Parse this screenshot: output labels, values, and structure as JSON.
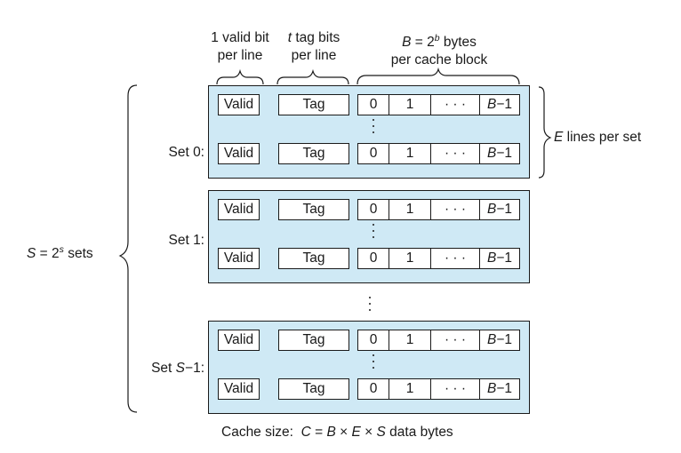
{
  "header": {
    "valid": [
      "1 valid bit",
      "per line"
    ],
    "tag_prefix": "t",
    "tag": [
      " tag bits",
      "per line"
    ],
    "block_B": "B",
    "block_eq": " = 2",
    "block_b": "b",
    "block_bytes": " bytes",
    "block_line2": "per cache block"
  },
  "cells": {
    "valid": "Valid",
    "tag": "Tag",
    "b0": "0",
    "b1": "1",
    "ellipsis": "· · ·",
    "blast_B": "B",
    "blast_rest": "−1"
  },
  "sets": [
    {
      "prefix": "Set ",
      "italic": "",
      "suffix": "0:"
    },
    {
      "prefix": "Set ",
      "italic": "",
      "suffix": "1:"
    },
    {
      "prefix": "Set ",
      "italic": "S",
      "suffix": "−1:"
    }
  ],
  "e_lines": {
    "E": "E",
    "rest": " lines per set"
  },
  "s_sets": {
    "S": "S",
    "eq": " = 2",
    "s": "s",
    "rest": " sets"
  },
  "footer": {
    "prefix": "Cache size:  ",
    "C": "C",
    "eq": " = ",
    "B": "B",
    "x1": " × ",
    "E": "E",
    "x2": " × ",
    "S": "S",
    "rest": " data bytes"
  },
  "colors": {
    "set_fill": "#cfe9f5",
    "stroke": "#1a1a1a"
  }
}
